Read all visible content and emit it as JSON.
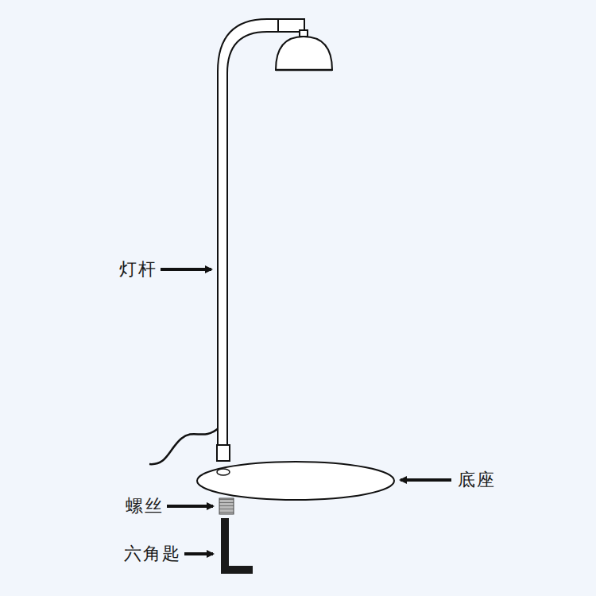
{
  "diagram": {
    "labels": [
      "灯杆",
      "底座",
      "螺丝",
      "六角匙"
    ]
  }
}
